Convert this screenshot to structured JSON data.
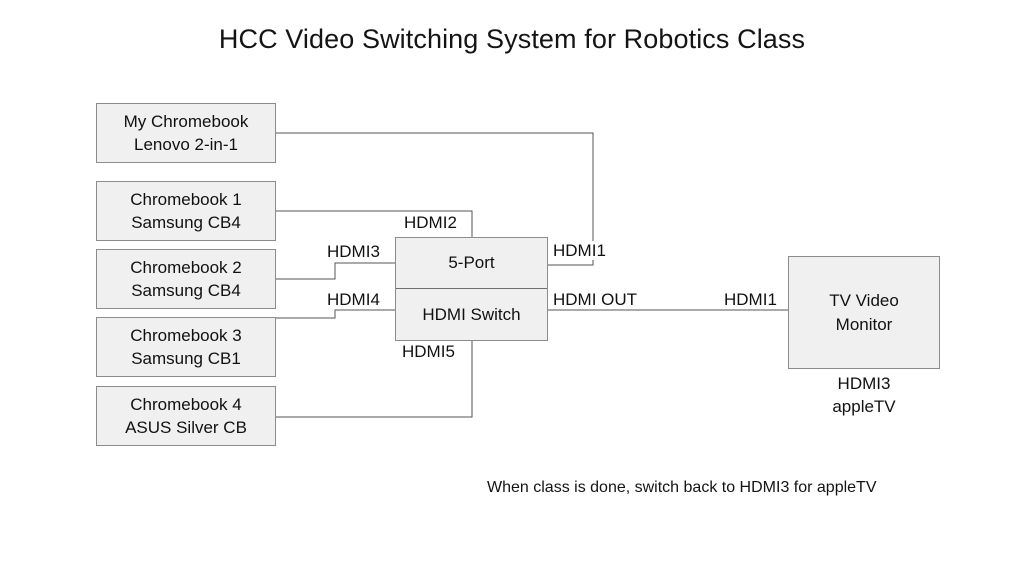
{
  "title": "HCC Video Switching System for Robotics Class",
  "sources": [
    {
      "name": "my-chromebook",
      "line1": "My Chromebook",
      "line2": "Lenovo 2-in-1"
    },
    {
      "name": "chromebook-1",
      "line1": "Chromebook 1",
      "line2": "Samsung CB4"
    },
    {
      "name": "chromebook-2",
      "line1": "Chromebook 2",
      "line2": "Samsung CB4"
    },
    {
      "name": "chromebook-3",
      "line1": "Chromebook 3",
      "line2": "Samsung CB1"
    },
    {
      "name": "chromebook-4",
      "line1": "Chromebook 4",
      "line2": "ASUS Silver CB"
    }
  ],
  "switch": {
    "line1": "5-Port",
    "line2": "HDMI Switch"
  },
  "monitor": {
    "line1": "TV Video",
    "line2": "Monitor",
    "caption_line1": "HDMI3",
    "caption_line2": "appleTV"
  },
  "ports": {
    "hdmi1_in": "HDMI1",
    "hdmi2": "HDMI2",
    "hdmi3": "HDMI3",
    "hdmi4": "HDMI4",
    "hdmi5": "HDMI5",
    "hdmi_out": "HDMI OUT",
    "tv_input": "HDMI1"
  },
  "footer_note": "When class is done, switch back to HDMI3 for appleTV",
  "colors": {
    "box_fill": "#f0f0f0",
    "box_border": "#8c8c8c",
    "wire": "#555555",
    "text": "#111111",
    "background": "#ffffff"
  },
  "connections": [
    {
      "from": "my-chromebook",
      "to": "hdmi1",
      "label": "HDMI1"
    },
    {
      "from": "chromebook-1",
      "to": "hdmi2",
      "label": "HDMI2"
    },
    {
      "from": "chromebook-2",
      "to": "hdmi3",
      "label": "HDMI3"
    },
    {
      "from": "chromebook-3",
      "to": "hdmi4",
      "label": "HDMI4"
    },
    {
      "from": "chromebook-4",
      "to": "hdmi5",
      "label": "HDMI5"
    },
    {
      "from": "hdmi-switch",
      "to": "tv-video-monitor",
      "label": "HDMI OUT"
    }
  ]
}
